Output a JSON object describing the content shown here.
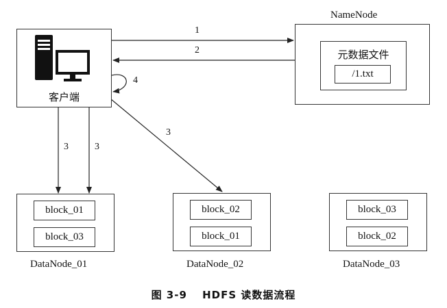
{
  "namenode": {
    "title": "NameNode",
    "metadata_label": "元数据文件",
    "file": "/1.txt"
  },
  "client": {
    "label": "客户端",
    "icon": "computer-icon"
  },
  "datanodes": [
    {
      "name": "DataNode_01",
      "blocks": [
        "block_01",
        "block_03"
      ]
    },
    {
      "name": "DataNode_02",
      "blocks": [
        "block_02",
        "block_01"
      ]
    },
    {
      "name": "DataNode_03",
      "blocks": [
        "block_03",
        "block_02"
      ]
    }
  ],
  "steps": {
    "s1": "1",
    "s2": "2",
    "s4": "4",
    "s3a": "3",
    "s3b": "3",
    "s3c": "3"
  },
  "caption": "图 3-9　 HDFS 读数据流程"
}
